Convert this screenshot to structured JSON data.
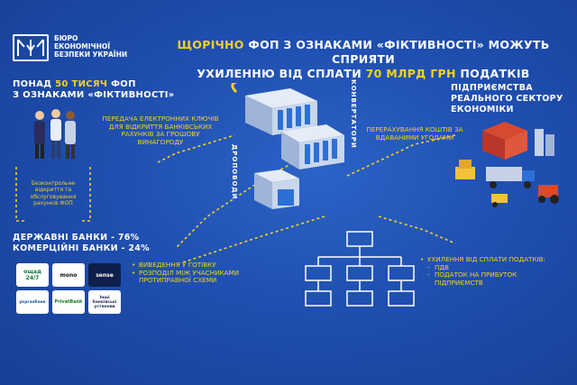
{
  "logo": {
    "line1": "БЮРО",
    "line2": "ЕКОНОМІЧНОЇ",
    "line3": "БЕЗПЕКИ УКРАЇНИ"
  },
  "title": {
    "p1": "ЩОРІЧНО",
    "p2": " ФОП З ОЗНАКАМИ «ФІКТИВНОСТІ» МОЖУТЬ СПРИЯТИ",
    "p3": "УХИЛЕННЮ ВІД СПЛАТИ ",
    "p4": "70 МЛРД ГРН",
    "p5": " ПОДАТКІВ"
  },
  "left_block": {
    "p1": "ПОНАД ",
    "p2": "50 ТИСЯЧ",
    "p3": " ФОП",
    "p4": "З ОЗНАКАМИ «ФІКТИВНОСТІ»"
  },
  "transfer_keys": "ПЕРЕДАЧА ЕЛЕКТРОННИХ КЛЮЧІВ ДЛЯ ВІДКРИТТЯ БАНКІВСЬКИХ РАХУНКІВ ЗА ГРОШОВУ ВИНАГОРОДУ",
  "contactless": "Безконтрольне відкриття та обслуговування рахунків ФОП",
  "droppers": "ДРОПОВОДИ",
  "converters": "КОНВЕРТАТОРИ",
  "enterprises": {
    "l1": "ПІДПРИЄМСТВА",
    "l2": "РЕАЛЬНОГО СЕКТОРУ",
    "l3": "ЕКОНОМІКИ"
  },
  "transfer_funds": "ПЕРЕРАХУВАННЯ КОШТІВ ЗА ВДАВАНИМИ УГОДАМИ",
  "banks": {
    "state": "ДЕРЖАВНІ БАНКИ - 76%",
    "commercial": "КОМЕРЦІЙНІ БАНКИ - 24%",
    "oschad": "ощад 24/7",
    "mono": "mono",
    "sense": "sense",
    "ukrgas": "укргазбанк",
    "privat": "PrivatBank",
    "other": "Інші банківські установи"
  },
  "cash_list": [
    "ВИВЕДЕННЯ У ГОТІВКУ",
    "РОЗПОДІЛ МІЖ УЧАСНИКАМИ ПРОТИПРАВНОЇ СХЕМИ"
  ],
  "tax_evasion": {
    "head": "УХИЛЕННЯ ВІД СПЛАТИ ПОДАТКІВ:",
    "items": [
      "ПДВ",
      "ПОДАТОК НА ПРИБУТОК ПІДПРИЄМСТВ"
    ]
  },
  "colors": {
    "bg": "#1f4fb0",
    "accent": "#f6d21a",
    "text": "#ffffff"
  }
}
